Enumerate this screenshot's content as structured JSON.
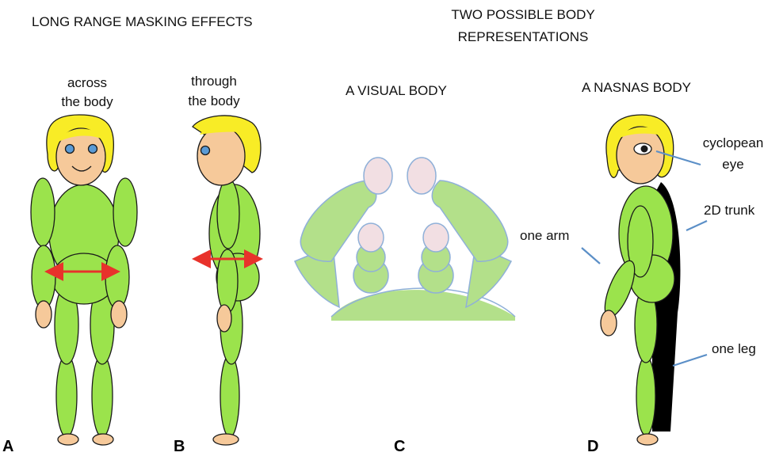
{
  "titles": {
    "left": "LONG RANGE MASKING EFFECTS",
    "right_line1": "TWO POSSIBLE BODY",
    "right_line2": "REPRESENTATIONS"
  },
  "figures": {
    "a": {
      "caption_line1": "across",
      "caption_line2": "the body",
      "panel_label": "A"
    },
    "b": {
      "caption_line1": "through",
      "caption_line2": "the body",
      "panel_label": "B"
    },
    "c": {
      "caption": "A VISUAL BODY",
      "panel_label": "C"
    },
    "d": {
      "caption": "A NASNAS BODY",
      "panel_label": "D",
      "annotations": {
        "eye_line1": "cyclopean",
        "eye_line2": "eye",
        "trunk": "2D trunk",
        "arm": "one arm",
        "leg": "one leg"
      }
    }
  },
  "colors": {
    "body_green": "#9be34c",
    "visual_body_green": "#b3e08a",
    "outline": "#1a1a1a",
    "hair": "#f8ec26",
    "skin": "#f6c99a",
    "eye": "#5b9bd5",
    "arrow": "#e8322b",
    "pointer": "#5b8fc7",
    "visual_hand": "#f2dfe3",
    "visual_outline": "#8fb0d8"
  }
}
